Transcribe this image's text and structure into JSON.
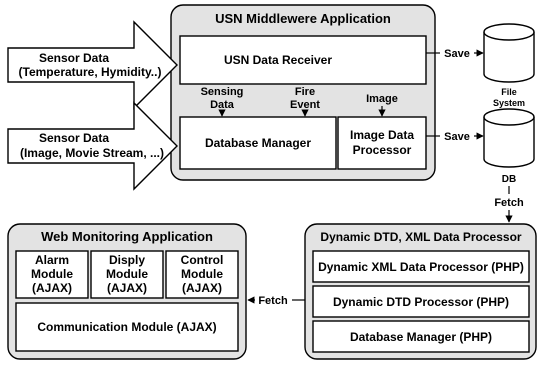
{
  "usn_app": {
    "title": "USN Middlewere Application",
    "receiver": "USN Data Receiver",
    "db_manager": "Database Manager",
    "image_processor": [
      "Image Data",
      "Processor"
    ],
    "flow_sensing": [
      "Sensing",
      "Data"
    ],
    "flow_fire": [
      "Fire",
      "Event"
    ],
    "flow_image": "Image"
  },
  "inputs": {
    "sensor1": [
      "Sensor Data",
      "(Temperature, Hymidity..)"
    ],
    "sensor2": [
      "Sensor Data",
      "(Image, Movie Stream, ...)"
    ]
  },
  "storage": {
    "save1": "Save",
    "save2": "Save",
    "file_system": [
      "File",
      "System"
    ],
    "db": "DB"
  },
  "fetch_labels": {
    "fetch_db": "Fetch",
    "fetch_web": "Fetch"
  },
  "dtd_app": {
    "title": "Dynamic DTD, XML Data Processor",
    "xml_processor": "Dynamic XML Data Processor (PHP)",
    "dtd_processor": "Dynamic DTD Processor (PHP)",
    "db_manager": "Database Manager (PHP)"
  },
  "web_app": {
    "title": "Web Monitoring Application",
    "alarm": [
      "Alarm",
      "Module",
      "(AJAX)"
    ],
    "display": [
      "Disply",
      "Module",
      "(AJAX)"
    ],
    "control": [
      "Control",
      "Module",
      "(AJAX)"
    ],
    "communication": "Communication Module (AJAX)"
  },
  "colors": {
    "panel_fill": "#e3e3e3",
    "box_fill": "#ffffff",
    "line": "#000000"
  }
}
